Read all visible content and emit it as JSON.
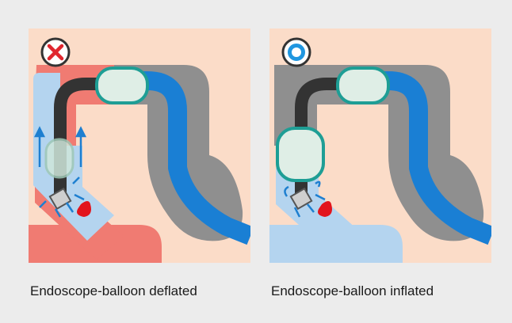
{
  "panels": [
    {
      "id": "deflated",
      "caption": "Endoscope-balloon deflated",
      "status": "incorrect",
      "status_icon": "cross-icon",
      "balloon_state": "deflated"
    },
    {
      "id": "inflated",
      "caption": "Endoscope-balloon inflated",
      "status": "correct",
      "status_icon": "circle-icon",
      "balloon_state": "inflated"
    }
  ],
  "colors": {
    "background": "#ececec",
    "tissue": "#fbdcc8",
    "duct_gray": "#8f8f8f",
    "duct_red": "#f07b72",
    "fluid_blue": "#b4d4ef",
    "overtube_blue": "#1a7fd4",
    "endoscope_black": "#333333",
    "balloon_teal": "#1e9e95",
    "balloon_fill": "#dfeee6",
    "blood_red": "#e2141c",
    "arrow_blue": "#1e7fd0",
    "cross_red": "#e0262e",
    "circle_blue": "#1f96e0"
  }
}
